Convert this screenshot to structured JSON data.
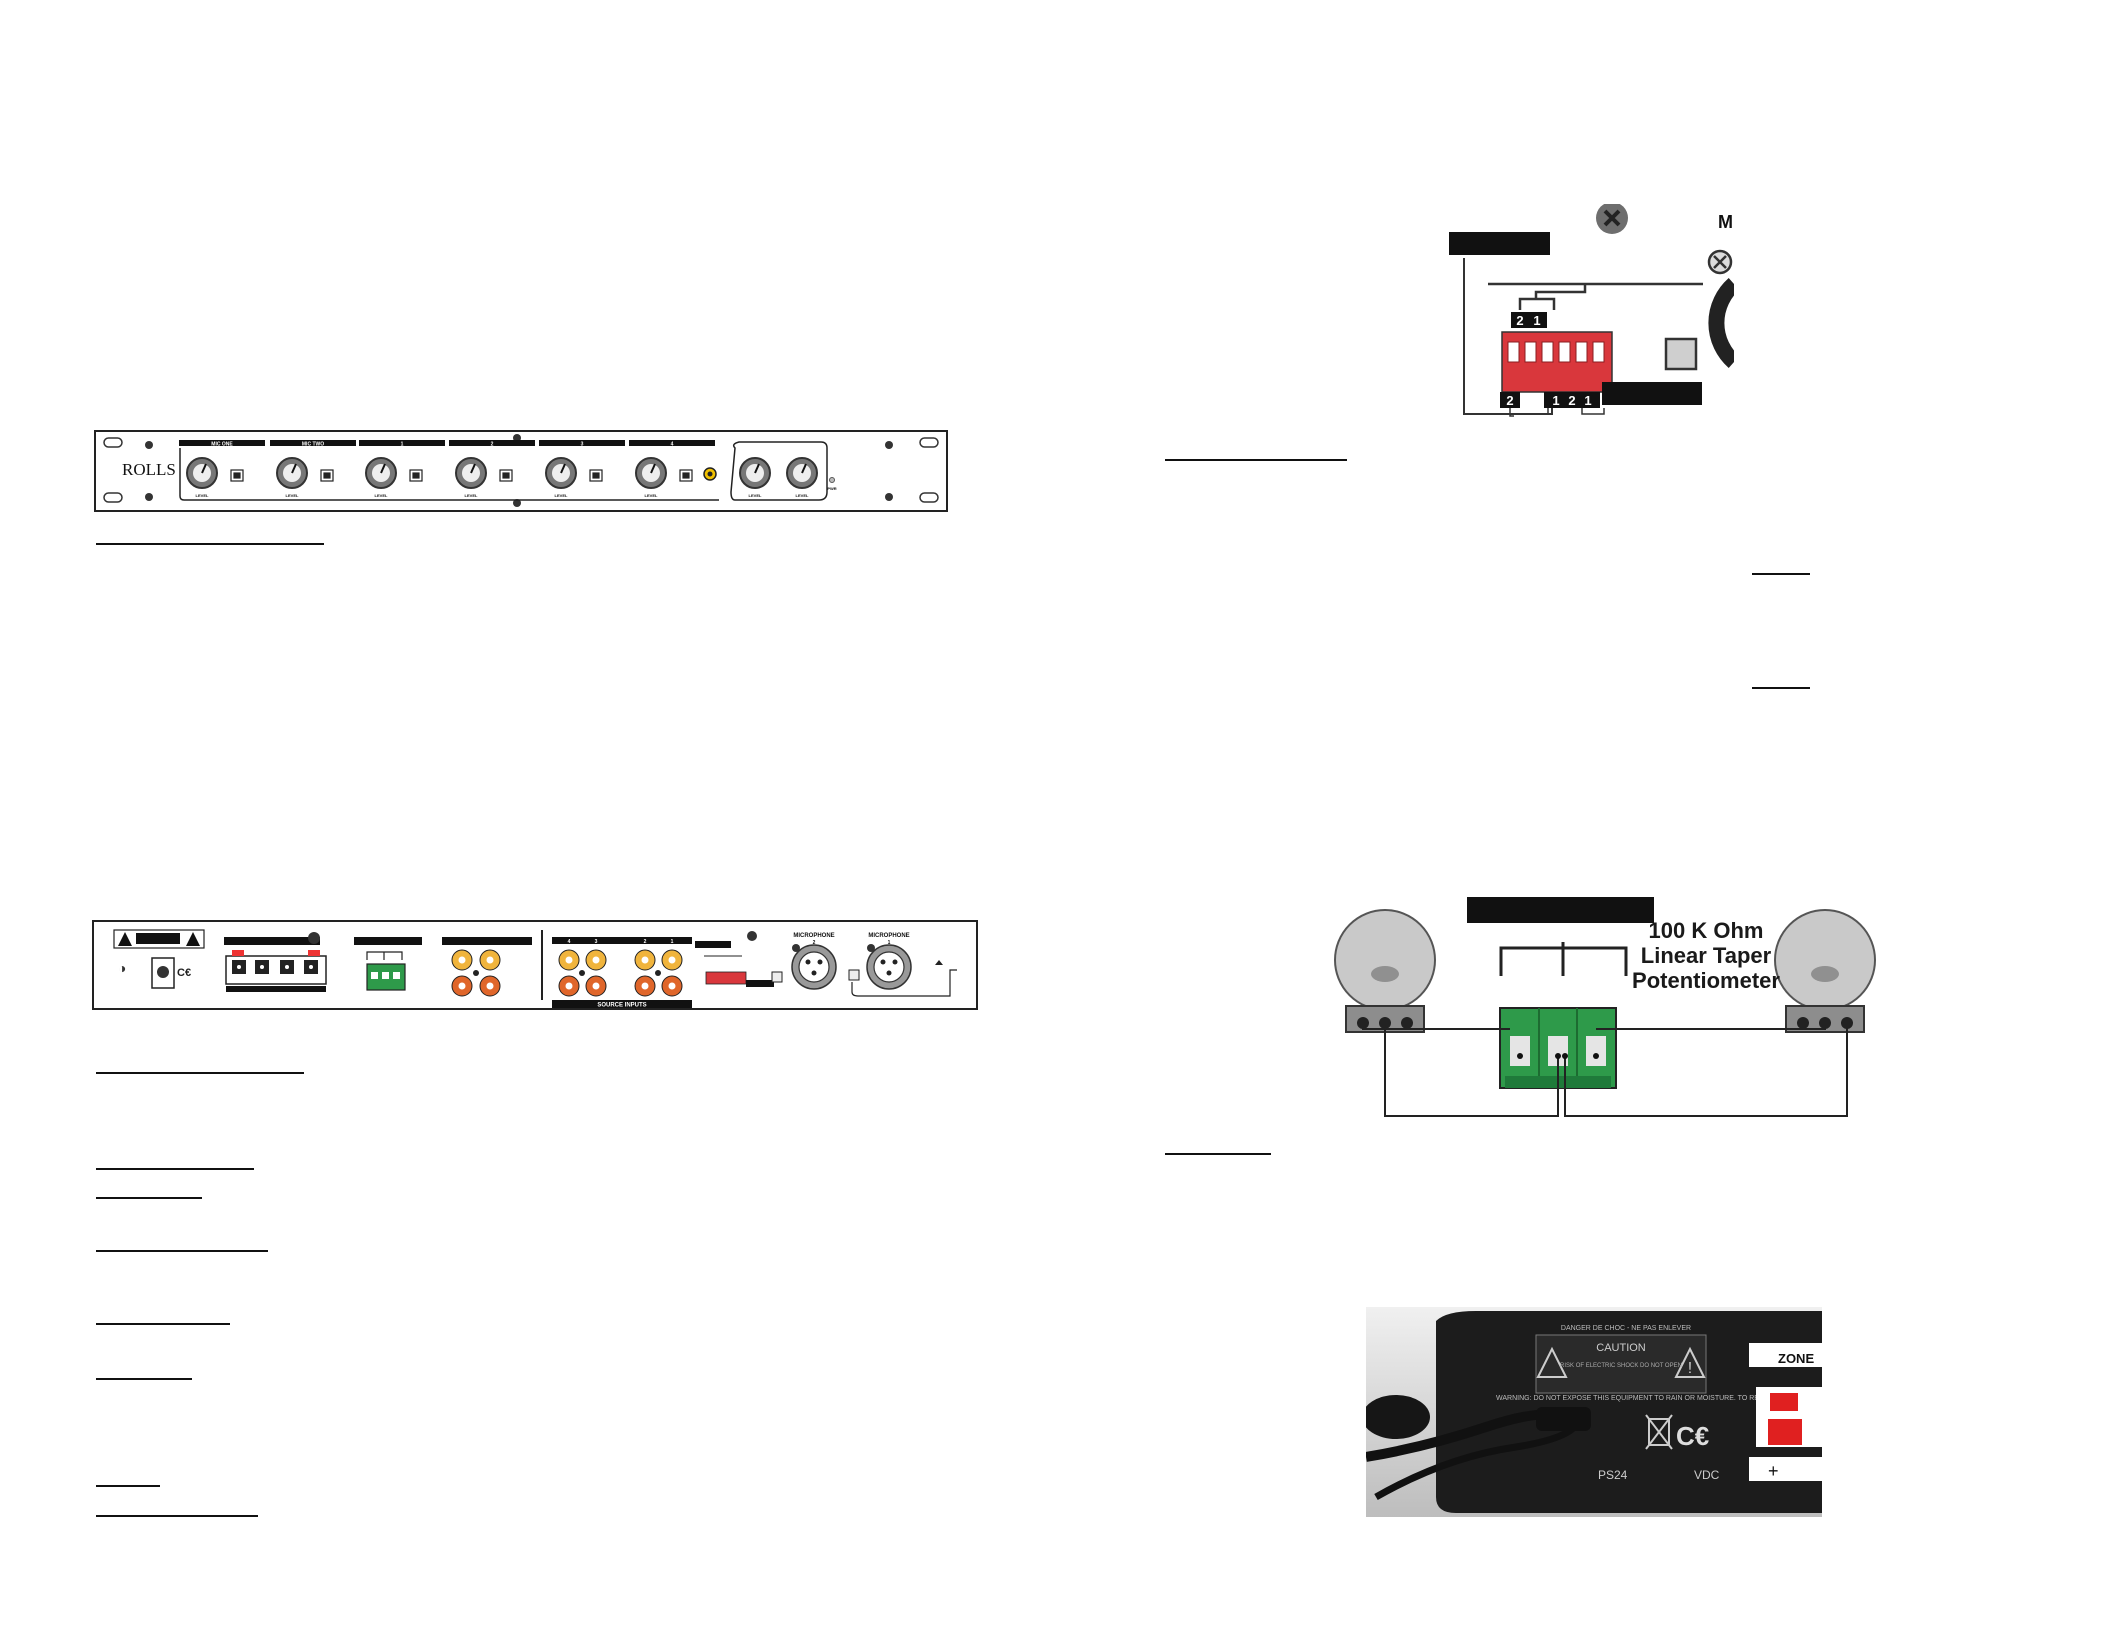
{
  "front_panel": {
    "logo": "ROLLS",
    "channel_headers": [
      "MIC ONE",
      "MIC TWO",
      "1",
      "2",
      "3",
      "4"
    ],
    "knob_label": "LEVEL",
    "power_label": "PWR"
  },
  "rear_panel": {
    "source_inputs_label": "SOURCE INPUTS",
    "source_input_numbers": [
      "4",
      "3",
      "2",
      "1"
    ],
    "mic_label": "MICROPHONE",
    "mic_numbers": [
      "2",
      "1"
    ]
  },
  "dip_detail": {
    "corner_letter": "M",
    "top_bracket_numbers": [
      "2",
      "1"
    ],
    "bottom_numbers": [
      "2",
      "1",
      "2",
      "1"
    ]
  },
  "pot_diagram": {
    "caption_line1": "100 K Ohm",
    "caption_line2": "Linear Taper",
    "caption_line3": "Potentiometer"
  },
  "photo": {
    "caution_text": "CAUTION",
    "warning_sub": "RISK OF ELECTRIC SHOCK DO NOT OPEN",
    "top_text": "DANGER DE CHOC - NE PAS ENLEVER",
    "warning_line": "WARNING: DO NOT EXPOSE THIS EQUIPMENT TO RAIN OR MOISTURE. TO REDUCE",
    "zone_label": "ZONE",
    "model": "PS24",
    "vdc": "VDC",
    "plus": "+"
  },
  "colors": {
    "dip_red": "#d9373c",
    "terminal_green": "#2e9a4a",
    "rca_orange": "#e0662a",
    "rca_yellow": "#f0b43c"
  }
}
